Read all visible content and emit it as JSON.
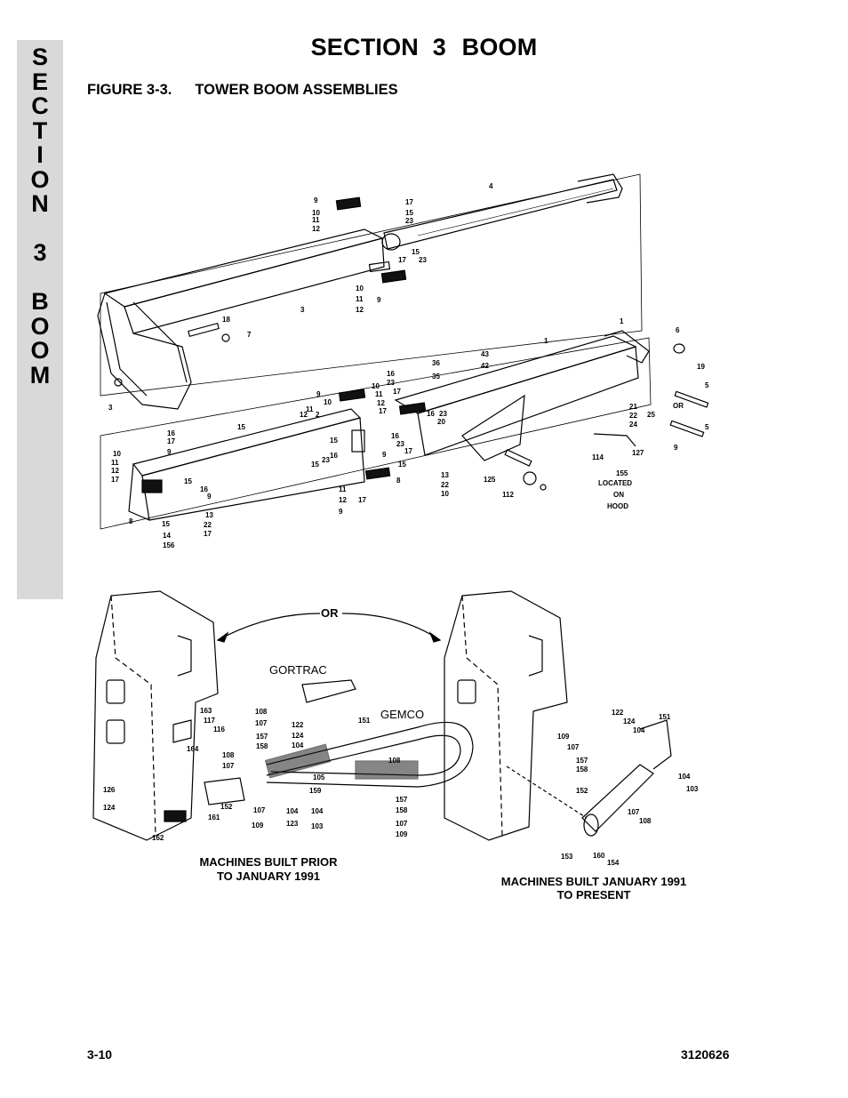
{
  "side_tab": {
    "letters": [
      "S",
      "E",
      "C",
      "T",
      "I",
      "O",
      "N",
      "",
      "3",
      "",
      "B",
      "O",
      "O",
      "M"
    ]
  },
  "header": {
    "section_word": "SECTION",
    "section_number": "3",
    "section_name": "BOOM"
  },
  "figure": {
    "label": "FIGURE 3-3.",
    "title": "TOWER BOOM ASSEMBLIES"
  },
  "diagram": {
    "callouts_top": [
      {
        "id": "c9a",
        "text": "9"
      },
      {
        "id": "c10a",
        "text": "10"
      },
      {
        "id": "c11a",
        "text": "11"
      },
      {
        "id": "c12a",
        "text": "12"
      },
      {
        "id": "c4",
        "text": "4"
      },
      {
        "id": "c17a",
        "text": "17"
      },
      {
        "id": "c15a",
        "text": "15"
      },
      {
        "id": "c23a",
        "text": "23"
      },
      {
        "id": "c15b",
        "text": "15"
      },
      {
        "id": "c23b",
        "text": "23"
      },
      {
        "id": "c17b",
        "text": "17"
      },
      {
        "id": "c10b",
        "text": "10"
      },
      {
        "id": "c11b",
        "text": "11"
      },
      {
        "id": "c12b",
        "text": "12"
      },
      {
        "id": "c9b",
        "text": "9"
      },
      {
        "id": "c3a",
        "text": "3"
      },
      {
        "id": "c18",
        "text": "18"
      },
      {
        "id": "c7",
        "text": "7"
      },
      {
        "id": "c3b",
        "text": "3"
      }
    ],
    "callouts_mid": [
      {
        "id": "m1a",
        "text": "1"
      },
      {
        "id": "m6",
        "text": "6"
      },
      {
        "id": "m1b",
        "text": "1"
      },
      {
        "id": "m19",
        "text": "19"
      },
      {
        "id": "m5a",
        "text": "5"
      },
      {
        "id": "m43",
        "text": "43"
      },
      {
        "id": "m42",
        "text": "42"
      },
      {
        "id": "m36",
        "text": "36"
      },
      {
        "id": "m35",
        "text": "35"
      },
      {
        "id": "m16a",
        "text": "16"
      },
      {
        "id": "m23a",
        "text": "23"
      },
      {
        "id": "m17a",
        "text": "17"
      },
      {
        "id": "m9a",
        "text": "9"
      },
      {
        "id": "m10a",
        "text": "10"
      },
      {
        "id": "m11a",
        "text": "11"
      },
      {
        "id": "m12a",
        "text": "12"
      },
      {
        "id": "m17b",
        "text": "17"
      },
      {
        "id": "m16b",
        "text": "16"
      },
      {
        "id": "m23b",
        "text": "23"
      },
      {
        "id": "m20",
        "text": "20"
      },
      {
        "id": "m21",
        "text": "21"
      },
      {
        "id": "m22a",
        "text": "22"
      },
      {
        "id": "m24",
        "text": "24"
      },
      {
        "id": "m25",
        "text": "25"
      },
      {
        "id": "mOR1",
        "text": "OR"
      },
      {
        "id": "m5b",
        "text": "5"
      },
      {
        "id": "m9b",
        "text": "9"
      },
      {
        "id": "m10b",
        "text": "10"
      },
      {
        "id": "m11b",
        "text": "11"
      },
      {
        "id": "m12b",
        "text": "12"
      },
      {
        "id": "m2",
        "text": "2"
      },
      {
        "id": "m15a",
        "text": "15"
      },
      {
        "id": "m16c",
        "text": "16"
      },
      {
        "id": "m17c",
        "text": "17"
      },
      {
        "id": "m9c",
        "text": "9"
      },
      {
        "id": "m10c",
        "text": "10"
      },
      {
        "id": "m11c",
        "text": "11"
      },
      {
        "id": "m12c",
        "text": "12"
      },
      {
        "id": "m17d",
        "text": "17"
      },
      {
        "id": "m15b",
        "text": "15"
      },
      {
        "id": "m16d",
        "text": "16"
      },
      {
        "id": "m23c",
        "text": "23"
      },
      {
        "id": "m15c",
        "text": "15"
      },
      {
        "id": "m16e",
        "text": "16"
      },
      {
        "id": "m23d",
        "text": "23"
      },
      {
        "id": "m17e",
        "text": "17"
      },
      {
        "id": "m9d",
        "text": "9"
      },
      {
        "id": "m15d",
        "text": "15"
      },
      {
        "id": "m8a",
        "text": "8"
      },
      {
        "id": "m13a",
        "text": "13"
      },
      {
        "id": "m22b",
        "text": "22"
      },
      {
        "id": "m10d",
        "text": "10"
      },
      {
        "id": "m11d",
        "text": "11"
      },
      {
        "id": "m12d",
        "text": "12"
      },
      {
        "id": "m9e",
        "text": "9"
      },
      {
        "id": "m17f",
        "text": "17"
      },
      {
        "id": "m15e",
        "text": "15"
      },
      {
        "id": "m16f",
        "text": "16"
      },
      {
        "id": "m9f",
        "text": "9"
      },
      {
        "id": "m8b",
        "text": "8"
      },
      {
        "id": "m13b",
        "text": "13"
      },
      {
        "id": "m22c",
        "text": "22"
      },
      {
        "id": "m17g",
        "text": "17"
      },
      {
        "id": "m15f",
        "text": "15"
      },
      {
        "id": "m14",
        "text": "14"
      },
      {
        "id": "m156",
        "text": "156"
      },
      {
        "id": "m114",
        "text": "114"
      },
      {
        "id": "m127",
        "text": "127"
      },
      {
        "id": "m155",
        "text": "155"
      },
      {
        "id": "m125",
        "text": "125"
      },
      {
        "id": "m112",
        "text": "112"
      }
    ],
    "located_on_hood": [
      "LOCATED",
      "ON",
      "HOOD"
    ],
    "callouts_bottom": [
      {
        "id": "b163",
        "text": "163"
      },
      {
        "id": "b117",
        "text": "117"
      },
      {
        "id": "b116",
        "text": "116"
      },
      {
        "id": "b164",
        "text": "164"
      },
      {
        "id": "b108a",
        "text": "108"
      },
      {
        "id": "b107a",
        "text": "107"
      },
      {
        "id": "b126",
        "text": "126"
      },
      {
        "id": "b124a",
        "text": "124"
      },
      {
        "id": "b162",
        "text": "162"
      },
      {
        "id": "b161",
        "text": "161"
      },
      {
        "id": "b152a",
        "text": "152"
      },
      {
        "id": "b107b",
        "text": "107"
      },
      {
        "id": "b109a",
        "text": "109"
      },
      {
        "id": "b108b",
        "text": "108"
      },
      {
        "id": "b107c",
        "text": "107"
      },
      {
        "id": "b157a",
        "text": "157"
      },
      {
        "id": "b158a",
        "text": "158"
      },
      {
        "id": "b104a",
        "text": "104"
      },
      {
        "id": "b123",
        "text": "123"
      },
      {
        "id": "b122a",
        "text": "122"
      },
      {
        "id": "b124b",
        "text": "124"
      },
      {
        "id": "b104b",
        "text": "104"
      },
      {
        "id": "b151a",
        "text": "151"
      },
      {
        "id": "b108c",
        "text": "108"
      },
      {
        "id": "b105",
        "text": "105"
      },
      {
        "id": "b159",
        "text": "159"
      },
      {
        "id": "b104c",
        "text": "104"
      },
      {
        "id": "b103a",
        "text": "103"
      },
      {
        "id": "b157b",
        "text": "157"
      },
      {
        "id": "b158b",
        "text": "158"
      },
      {
        "id": "b107d",
        "text": "107"
      },
      {
        "id": "b109b",
        "text": "109"
      },
      {
        "id": "b122b",
        "text": "122"
      },
      {
        "id": "b124c",
        "text": "124"
      },
      {
        "id": "b104d",
        "text": "104"
      },
      {
        "id": "b151b",
        "text": "151"
      },
      {
        "id": "b109c",
        "text": "109"
      },
      {
        "id": "b107e",
        "text": "107"
      },
      {
        "id": "b157c",
        "text": "157"
      },
      {
        "id": "b158c",
        "text": "158"
      },
      {
        "id": "b152b",
        "text": "152"
      },
      {
        "id": "b104e",
        "text": "104"
      },
      {
        "id": "b103b",
        "text": "103"
      },
      {
        "id": "b107f",
        "text": "107"
      },
      {
        "id": "b108d",
        "text": "108"
      },
      {
        "id": "b153",
        "text": "153"
      },
      {
        "id": "b160",
        "text": "160"
      },
      {
        "id": "b154",
        "text": "154"
      }
    ],
    "or_label": "OR",
    "gortrac_label": "GORTRAC",
    "gemco_label": "GEMCO",
    "caption_left": [
      "MACHINES BUILT PRIOR",
      "TO JANUARY 1991"
    ],
    "caption_right": [
      "MACHINES BUILT JANUARY 1991",
      "TO PRESENT"
    ]
  },
  "footer": {
    "page_number": "3-10",
    "doc_number": "3120626"
  }
}
